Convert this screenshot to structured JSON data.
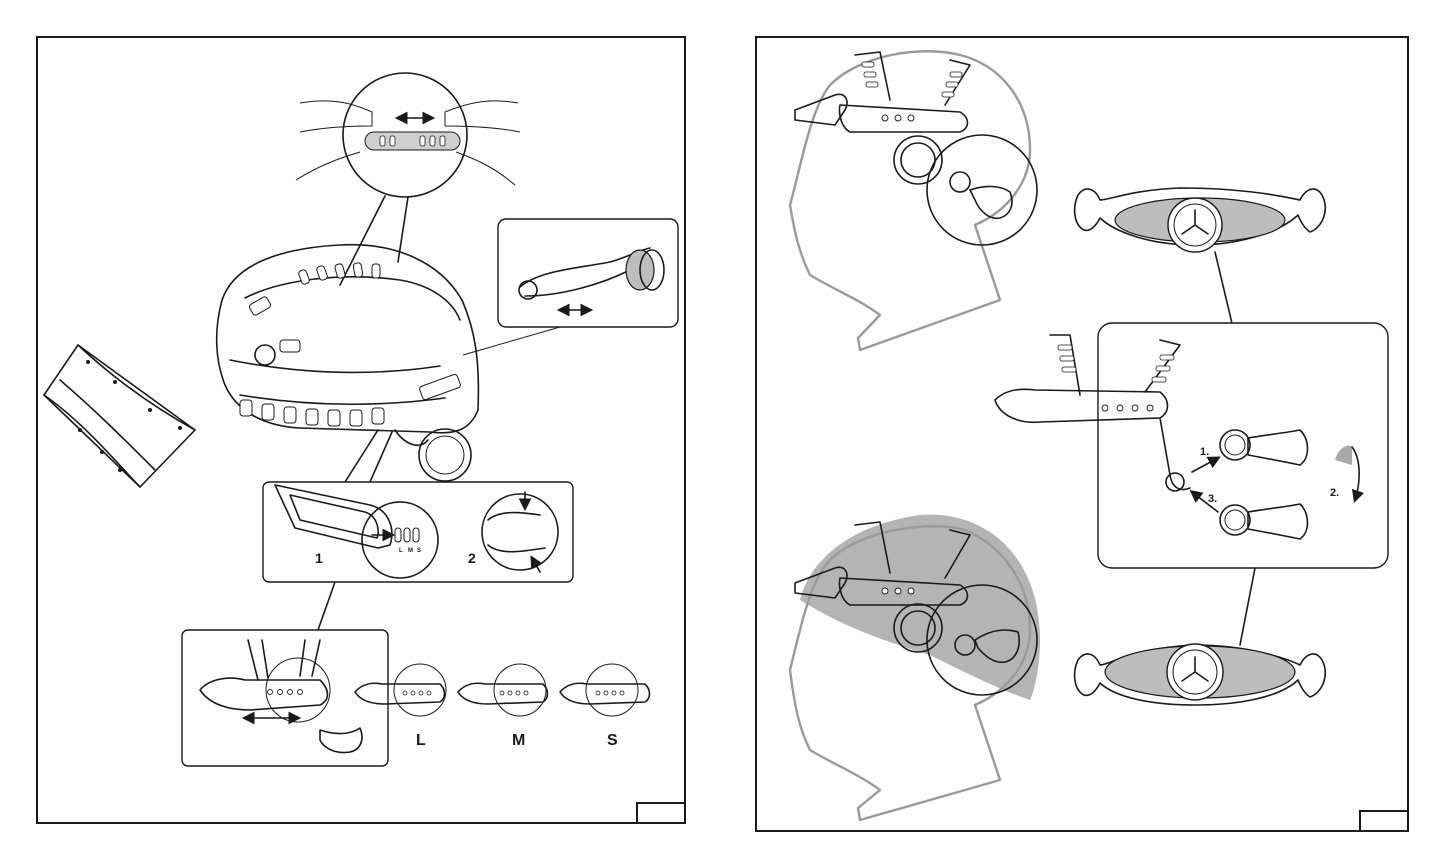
{
  "left_page": {
    "step_labels": [
      "1",
      "2"
    ],
    "size_labels": [
      "L",
      "M",
      "S"
    ],
    "slot_labels": [
      "L",
      "M",
      "S"
    ],
    "page_number": ""
  },
  "right_page": {
    "step_labels": [
      "1.",
      "2.",
      "3."
    ],
    "page_number": ""
  },
  "colors": {
    "line": "#1a1a1a",
    "head_outline": "#9a9a9a",
    "shade": "#b4b4b4"
  }
}
